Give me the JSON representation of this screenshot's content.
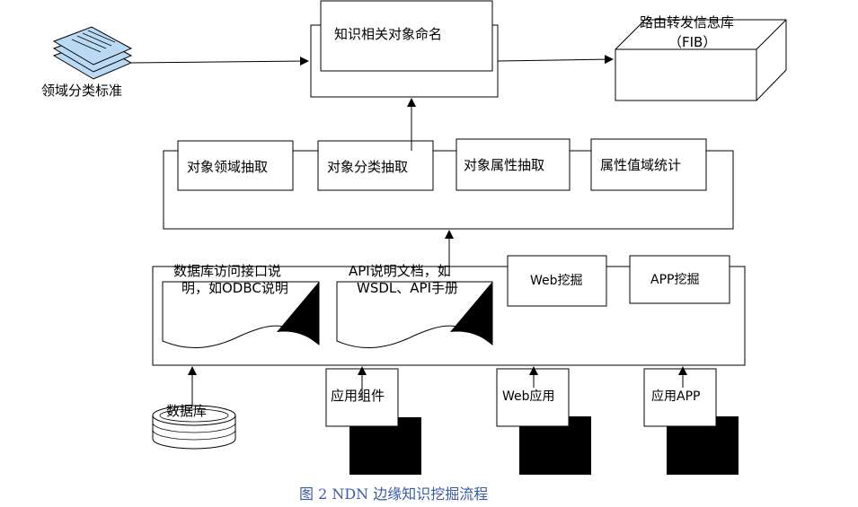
{
  "colors": {
    "line": "#000000",
    "fill": "#ffffff",
    "caption": "#3a5ba6"
  },
  "icons": {
    "paper_stack": "stacked-documents-icon",
    "database": "database-cylinder-icon",
    "fib": "3d-box-icon",
    "doc": "document-wave-icon"
  },
  "nodes": {
    "naming": "知识相关对象命名",
    "taxonomy": "领域分类标准",
    "fib_line1": "路由转发信息库",
    "fib_line2": "（FIB）",
    "extract_domain": "对象领域抽取",
    "extract_class": "对象分类抽取",
    "extract_attr": "对象属性抽取",
    "attr_stats": "属性值域统计",
    "db_doc_line1": "数据库访问接口说",
    "db_doc_line2": "明，如ODBC说明",
    "api_doc_line1": "API说明文档，如",
    "api_doc_line2": "WSDL、API手册",
    "web_mining": "Web挖掘",
    "app_mining": "APP挖掘",
    "database": "数据库",
    "app_component": "应用组件",
    "web_app": "Web应用",
    "app": "应用APP"
  },
  "caption": "图 2 NDN 边缘知识挖掘流程"
}
